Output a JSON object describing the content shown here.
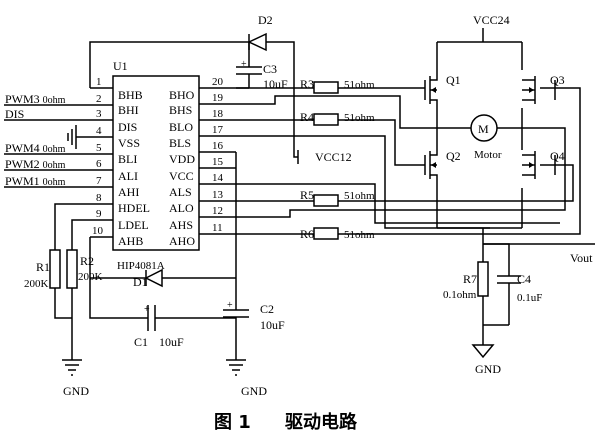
{
  "ic": {
    "name": "U1",
    "part": "HIP4081A",
    "pin_numbers": [
      "1",
      "2",
      "3",
      "4",
      "5",
      "6",
      "7",
      "8",
      "9",
      "10",
      "20",
      "19",
      "18",
      "17",
      "16",
      "15",
      "14",
      "13",
      "12",
      "11"
    ],
    "left_pins": [
      "BHB",
      "BHI",
      "DIS",
      "VSS",
      "BLI",
      "ALI",
      "AHI",
      "HDEL",
      "LDEL",
      "AHB"
    ],
    "right_pins": [
      "BHO",
      "BHS",
      "BLO",
      "BLS",
      "VDD",
      "VCC",
      "ALS",
      "ALO",
      "AHS",
      "AHO"
    ]
  },
  "inputs": [
    "PWM3",
    "DIS",
    "PWM4",
    "PWM2",
    "PWM1"
  ],
  "input_resistance": "0ohm",
  "power": {
    "vcc24": "VCC24",
    "vcc12": "VCC12"
  },
  "diodes": {
    "d2": "D2",
    "d1": "D1"
  },
  "capacitors": {
    "c3": "C3",
    "c3_value": "10uF",
    "c2": "C2",
    "c2_value": "10uF",
    "c1": "C1",
    "c1_value": "10uF",
    "c4": "C4",
    "c4_value": "0.1uF"
  },
  "resistors": {
    "gate": [
      "R3",
      "R4",
      "R5",
      "R6"
    ],
    "gate_value": "51ohm",
    "r1": "R1",
    "r1_value": "200K",
    "r2": "R2",
    "r2_value": "200K",
    "r7": "R7",
    "r7_value": "0.1ohm"
  },
  "transistors": [
    "Q1",
    "Q2",
    "Q3",
    "Q4"
  ],
  "motor": {
    "symbol": "M",
    "label": "Motor"
  },
  "vout": "Vout",
  "gnd": "GND",
  "caption": {
    "fig": "图 1",
    "title": "驱动电路"
  }
}
